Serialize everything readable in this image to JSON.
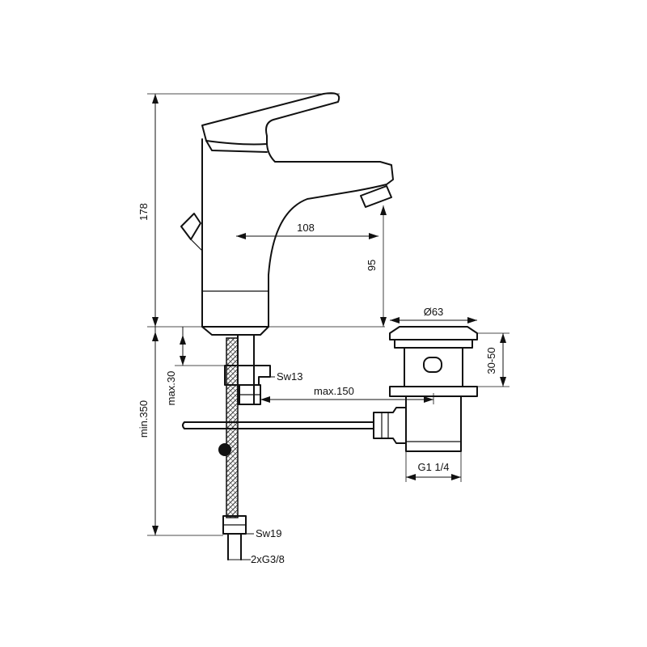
{
  "dimensions": {
    "height_total": "178",
    "spout_reach": "108",
    "spout_height": "95",
    "min_below": "min.350",
    "max_thickness": "max.30",
    "wrench_nut": "Sw13",
    "max_rod": "max.150",
    "waste_diameter": "Ø63",
    "waste_range": "30-50",
    "waste_thread": "G1 1/4",
    "wrench_hose": "Sw19",
    "hose_thread": "2xG3/8"
  }
}
